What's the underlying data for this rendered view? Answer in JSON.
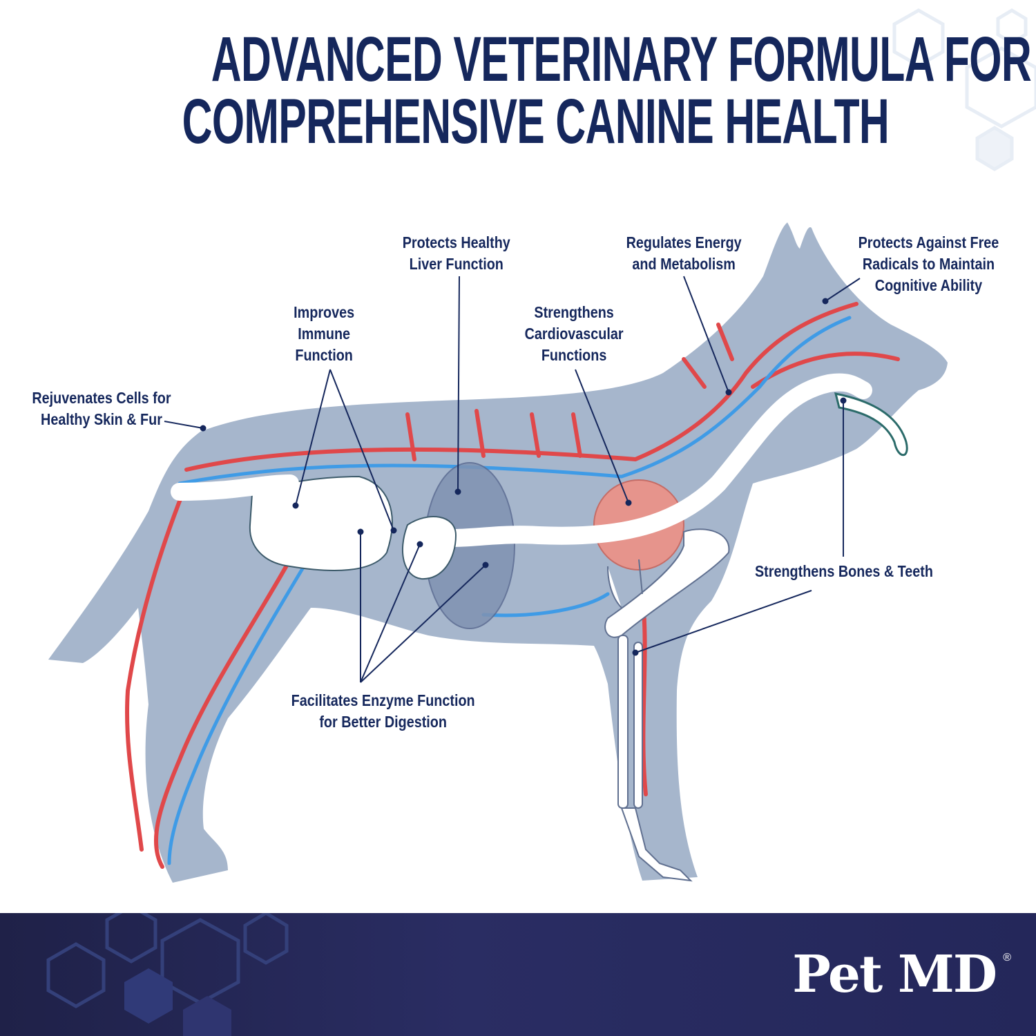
{
  "title": {
    "line1": "ADVANCED VETERINARY FORMULA FOR",
    "line2": "COMPREHENSIVE CANINE HEALTH"
  },
  "labels": {
    "skin": [
      "Rejuvenates Cells for",
      "Healthy Skin & Fur"
    ],
    "immune": [
      "Improves",
      "Immune",
      "Function"
    ],
    "liver": [
      "Protects Healthy",
      "Liver Function"
    ],
    "cardio": [
      "Strengthens",
      "Cardiovascular",
      "Functions"
    ],
    "energy": [
      "Regulates Energy",
      "and Metabolism"
    ],
    "cognitive": [
      "Protects Against Free",
      "Radicals to Maintain",
      "Cognitive Ability"
    ],
    "bones": [
      "Strengthens Bones & Teeth"
    ],
    "digestion": [
      "Facilitates Enzyme Function",
      "for Better Digestion"
    ]
  },
  "brand": {
    "logo": "Pet MD",
    "registered": "®"
  },
  "colors": {
    "navy": "#15275c",
    "dog_body": "#a6b6cc",
    "artery": "#e0484a",
    "vein": "#3f9be6",
    "banner": "#23265a"
  }
}
